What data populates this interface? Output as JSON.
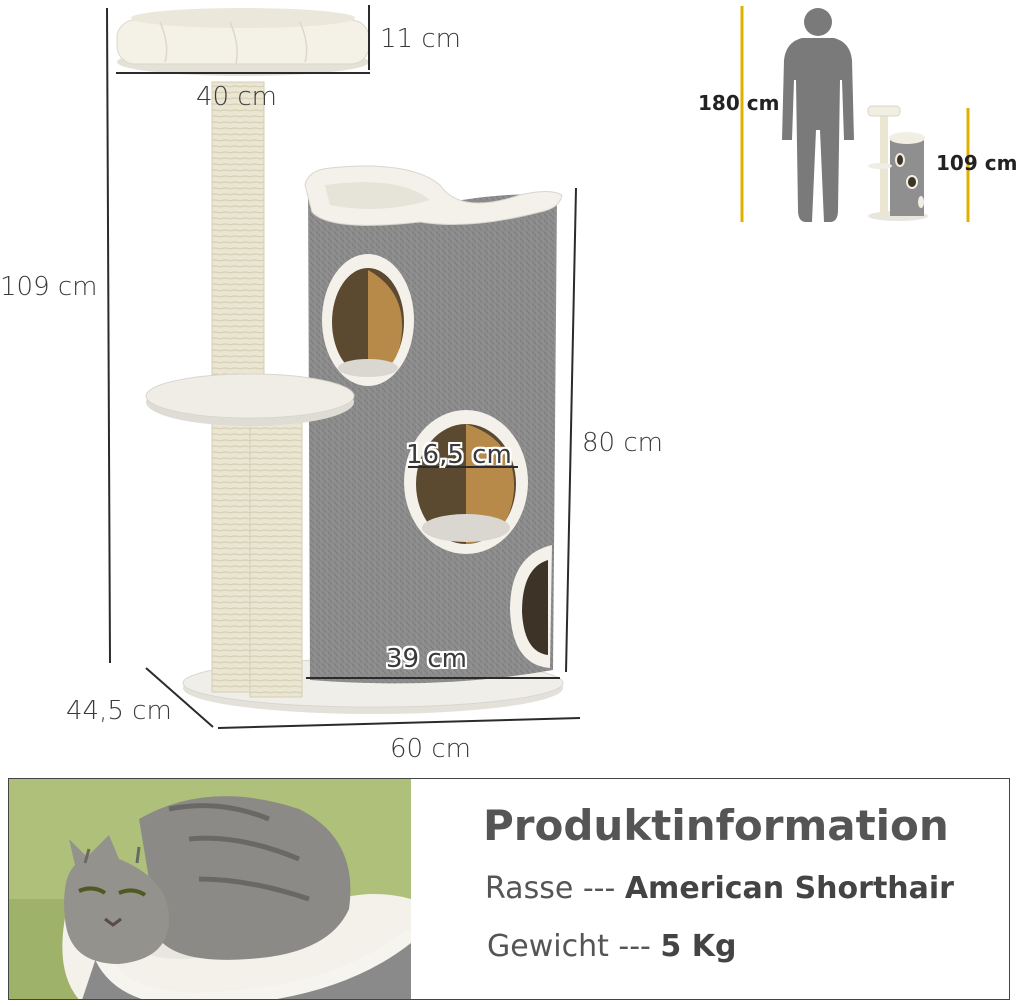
{
  "dimensions": {
    "bed_height": "11 cm",
    "bed_diameter": "40 cm",
    "total_height": "109 cm",
    "barrel_height": "80 cm",
    "hole_diameter": "16,5 cm",
    "barrel_width": "39 cm",
    "depth": "44,5 cm",
    "width": "60 cm"
  },
  "scale_comparison": {
    "person_height": "180 cm",
    "product_height": "109 cm"
  },
  "product_info": {
    "title": "Produktinformation",
    "breed_label": "Rasse --- ",
    "breed_value": "American Shorthair",
    "weight_label": "Gewicht --- ",
    "weight_value": "5 Kg"
  },
  "colors": {
    "sisal": "#e8e3cf",
    "plush": "#f1efe8",
    "barrel_grey": "#8e8e8e",
    "accent_yellow": "#e0b000"
  }
}
